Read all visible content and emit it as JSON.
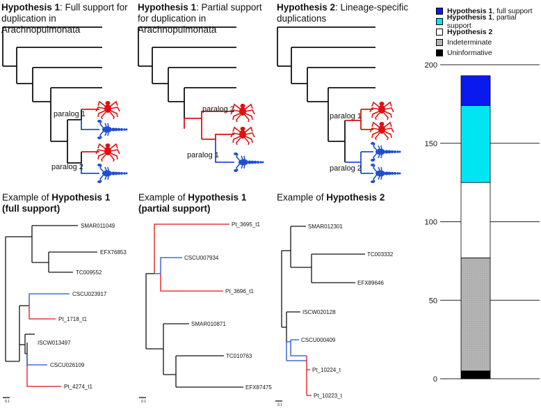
{
  "panels": [
    {
      "id": "h1-full",
      "title_bold": "Hypothesis 1",
      "title_rest": ": Full support for duplication in Arachnopulmonata",
      "paralog_a": "paralog 1",
      "paralog_b": "paralog 2"
    },
    {
      "id": "h1-partial",
      "title_bold": "Hypothesis 1",
      "title_rest": ": Partial support for duplication in Arachnopulmonata",
      "paralog_a": "paralog 2",
      "paralog_b": "paralog 1"
    },
    {
      "id": "h2",
      "title_bold": "Hypothesis 2",
      "title_rest": ": Lineage-specific duplications",
      "paralog_a": "paralog 1",
      "paralog_b": "paralog 2"
    }
  ],
  "examples": [
    {
      "pre": "Example of ",
      "bold": "Hypothesis 1",
      "line2": "(full support)",
      "leaves": [
        "SMAR011049",
        "EFX76853",
        "TC009552",
        "CSCU023917",
        "Pt_1718_t1",
        "ISCW013497",
        "CSCU026109",
        "Pt_4274_t1"
      ]
    },
    {
      "pre": "Example of ",
      "bold": "Hypothesis 1",
      "line2": "(partial support)",
      "leaves": [
        "Pt_3695_t1",
        "CSCU007934",
        "Pt_3696_t1",
        "SMAR010871",
        "TC010763",
        "EFX87475"
      ]
    },
    {
      "pre": "Example of ",
      "bold": "Hypothesis 2",
      "line2": "",
      "leaves": [
        "SMAR012301",
        "TC003332",
        "EFX89646",
        "ISCW020128",
        "CSCU000409",
        "Pt_10224_t",
        "Pt_10223_t"
      ]
    }
  ],
  "scale_label": "0.1",
  "colors": {
    "spider": "#e01010",
    "scorpion": "#1f4fd1",
    "full": "#0a1aee",
    "partial": "#00e5f2",
    "h2": "#ffffff",
    "indeterminate": "#b4b4b4",
    "uninformative": "#000000"
  },
  "legend": [
    {
      "bold": "Hypothesis 1",
      "rest": ", full support",
      "color": "#0a1aee"
    },
    {
      "bold": "Hypothesis 1",
      "rest": ", partial support",
      "color": "#00e5f2"
    },
    {
      "bold": "Hypothesis 2",
      "rest": "",
      "color": "#ffffff"
    },
    {
      "bold": "",
      "rest": "Indeterminate",
      "color": "#b4b4b4"
    },
    {
      "bold": "",
      "rest": "Uninformative",
      "color": "#000000"
    }
  ],
  "chart_data": {
    "type": "bar",
    "categories": [
      ""
    ],
    "stacked": true,
    "series": [
      {
        "name": "Uninformative",
        "values": [
          5
        ],
        "color": "#000000"
      },
      {
        "name": "Indeterminate",
        "values": [
          72
        ],
        "color": "#b4b4b4"
      },
      {
        "name": "Hypothesis 2",
        "values": [
          48
        ],
        "color": "#ffffff"
      },
      {
        "name": "Hypothesis 1, partial support",
        "values": [
          49
        ],
        "color": "#00e5f2"
      },
      {
        "name": "Hypothesis 1, full support",
        "values": [
          19
        ],
        "color": "#0a1aee"
      }
    ],
    "ylim": [
      0,
      200
    ],
    "yticks": [
      0,
      50,
      100,
      150,
      200
    ],
    "grid": true,
    "legend_position": "top"
  }
}
